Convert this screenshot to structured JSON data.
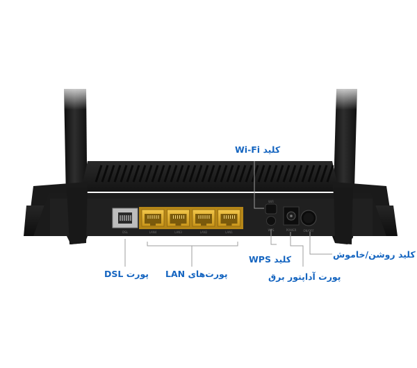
{
  "labels": {
    "wifi_button": "کلید Wi-Fi",
    "wps_button": "کلید WPS",
    "power_switch": "کلید روشن/خاموش",
    "power_adapter_port": "پورت آداپتور برق",
    "lan_ports": "پورت‌های LAN",
    "dsl_port": "پورت DSL"
  },
  "device_markings": {
    "dsl": "DSL",
    "lan": [
      "LAN4",
      "LAN3",
      "LAN2",
      "LAN1"
    ],
    "wifi": "WiFi",
    "wps": "WPS",
    "power": "POWER",
    "onoff": "ON/OFF"
  },
  "colors": {
    "callout_text": "#1565c0",
    "leader_line": "#9e9e9e",
    "router_body": "#1c1c1c",
    "lan_port_yellow": "#e8b832",
    "background": "#ffffff"
  }
}
